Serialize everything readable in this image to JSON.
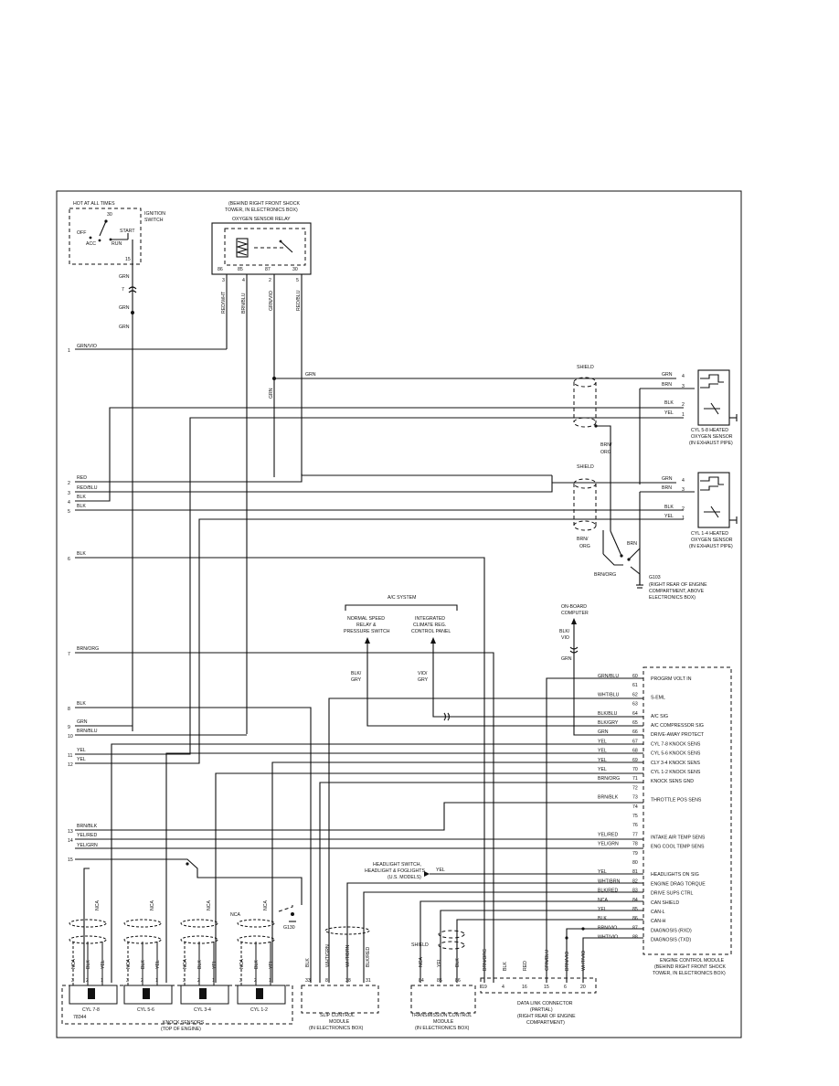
{
  "ignition": {
    "title": "HOT AT ALL TIMES",
    "name_line1": "IGNITION",
    "name_line2": "SWITCH",
    "pin30": "30",
    "pin15": "15",
    "off": "OFF",
    "acc": "ACC",
    "run": "RUN",
    "start": "START"
  },
  "o2_relay": {
    "loc_line1": "(BEHIND RIGHT FRONT SHOCK",
    "loc_line2": "TOWER, IN ELECTRONICS BOX)",
    "name": "OXYGEN SENSOR RELAY",
    "pins": [
      "86",
      "85",
      "87",
      "30"
    ],
    "ext_pins": [
      "3",
      "4",
      "2",
      "5"
    ],
    "wires": [
      "RED/WHT",
      "BRN/BLU",
      "GRN/VIO",
      "RED/BLU"
    ]
  },
  "ign_wires": {
    "w1": "GRN",
    "c1": "7",
    "w2": "GRN",
    "w3": "GRN"
  },
  "shield": "SHIELD",
  "o2_56": {
    "name_line1": "CYL 5-8 HEATED",
    "name_line2": "OXYGEN SENSOR",
    "name_line3": "(IN EXHAUST PIPE)",
    "wires": [
      "GRN",
      "BRN",
      "BLK",
      "YEL"
    ],
    "pins": [
      "4",
      "3",
      "2",
      "1"
    ]
  },
  "o2_14": {
    "name_line1": "CYL 1-4 HEATED",
    "name_line2": "OXYGEN SENSOR",
    "name_line3": "(IN EXHAUST PIPE)",
    "wires": [
      "GRN",
      "BRN",
      "BLK",
      "YEL"
    ],
    "pins": [
      "4",
      "3",
      "2",
      "1"
    ]
  },
  "ground_g103": {
    "name": "G103",
    "loc_line1": "(RIGHT REAR OF ENGINE",
    "loc_line2": "COMPARTMENT, ABOVE",
    "loc_line3": "ELECTRONICS BOX)",
    "w1": "BRN/",
    "w1b": "ORG",
    "w2": "BRN/",
    "w2b": "ORG",
    "w3": "BRN/ORG",
    "w4": "BRN"
  },
  "left_wires": [
    {
      "pin": "1",
      "label": "GRN/VIO"
    },
    {
      "pin": "2",
      "label": "RED"
    },
    {
      "pin": "3",
      "label": "RED/BLU"
    },
    {
      "pin": "4",
      "label": "BLK"
    },
    {
      "pin": "5",
      "label": "BLK"
    },
    {
      "pin": "6",
      "label": "BLK"
    },
    {
      "pin": "7",
      "label": "BRN/ORG"
    },
    {
      "pin": "8",
      "label": "BLK"
    },
    {
      "pin": "9",
      "label": "GRN"
    },
    {
      "pin": "10",
      "label": "BRN/BLU"
    },
    {
      "pin": "11",
      "label": "YEL"
    },
    {
      "pin": "12",
      "label": "YEL"
    },
    {
      "pin": "13",
      "label": "BRN/BLK"
    },
    {
      "pin": "14",
      "label": "YEL/RED"
    },
    {
      "pin": "15",
      "label": "YEL/GRN"
    }
  ],
  "ac": {
    "title": "A/C SYSTEM",
    "left_line1": "NORMAL SPEED",
    "left_line2": "RELAY &",
    "left_line3": "PRESSURE SWITCH",
    "right_line1": "INTEGRATED",
    "right_line2": "CLIMATE REG.",
    "right_line3": "CONTROL PANEL",
    "w1a": "BLK/",
    "w1b": "GRY",
    "w2a": "VIO/",
    "w2b": "GRY"
  },
  "onboard": {
    "line1": "ON-BOARD",
    "line2": "COMPUTER",
    "wa": "BLK/",
    "wb": "VIO",
    "wc": "GRN"
  },
  "headlight": {
    "line1": "HEADLIGHT SWITCH,",
    "line2": "HEADLIGHT & FOGLIGHTS",
    "line3": "(U.S. MODELS)",
    "wire": "YEL"
  },
  "ecm": {
    "name_line1": "ENGINE CONTROL MODULE",
    "name_line2": "(BEHIND RIGHT FRONT SHOCK",
    "name_line3": "TOWER, IN ELECTRONICS BOX)",
    "rows": [
      {
        "wire": "GRN/BLU",
        "pin": "60",
        "func": "PROGRM VOLT IN"
      },
      {
        "wire": "",
        "pin": "61",
        "func": ""
      },
      {
        "wire": "WHT/BLU",
        "pin": "62",
        "func": "S-EML"
      },
      {
        "wire": "",
        "pin": "63",
        "func": ""
      },
      {
        "wire": "BLK/BLU",
        "pin": "64",
        "func": "A/C SIG"
      },
      {
        "wire": "BLK/GRY",
        "pin": "65",
        "func": "A/C COMPRESSOR SIG"
      },
      {
        "wire": "GRN",
        "pin": "66",
        "func": "DRIVE-AWAY PROTECT"
      },
      {
        "wire": "YEL",
        "pin": "67",
        "func": "CYL 7-8 KNOCK SENS"
      },
      {
        "wire": "YEL",
        "pin": "68",
        "func": "CYL 5-6 KNOCK SENS"
      },
      {
        "wire": "YEL",
        "pin": "69",
        "func": "CLY 3-4 KNOCK SENS"
      },
      {
        "wire": "YEL",
        "pin": "70",
        "func": "CYL 1-2 KNOCK SENS"
      },
      {
        "wire": "BRN/ORG",
        "pin": "71",
        "func": "KNOCK SENS GND"
      },
      {
        "wire": "",
        "pin": "72",
        "func": ""
      },
      {
        "wire": "BRN/BLK",
        "pin": "73",
        "func": "THROTTLE POS SENS"
      },
      {
        "wire": "",
        "pin": "74",
        "func": ""
      },
      {
        "wire": "",
        "pin": "75",
        "func": ""
      },
      {
        "wire": "",
        "pin": "76",
        "func": ""
      },
      {
        "wire": "YEL/RED",
        "pin": "77",
        "func": "INTAKE AIR TEMP SENS"
      },
      {
        "wire": "YEL/GRN",
        "pin": "78",
        "func": "ENG COOL TEMP SENS"
      },
      {
        "wire": "",
        "pin": "79",
        "func": ""
      },
      {
        "wire": "",
        "pin": "80",
        "func": ""
      },
      {
        "wire": "YEL",
        "pin": "81",
        "func": "HEADLIGHTS ON SIG"
      },
      {
        "wire": "WHT/BRN",
        "pin": "82",
        "func": "ENGINE DRAG TORQUE"
      },
      {
        "wire": "BLK/RED",
        "pin": "83",
        "func": "DRIVE SUPS CTRL"
      },
      {
        "wire": "NCA",
        "pin": "84",
        "func": "CAN SHIELD"
      },
      {
        "wire": "YEL",
        "pin": "85",
        "func": "CAN-L"
      },
      {
        "wire": "BLK",
        "pin": "86",
        "func": "CAN-H"
      },
      {
        "wire": "BRN/VIO",
        "pin": "87",
        "func": "DIAGNOSIS (RXD)"
      },
      {
        "wire": "WHT/VIO",
        "pin": "88",
        "func": "DIAGNOSIS (TXD)"
      }
    ]
  },
  "knock": {
    "name_line1": "KNOCK SENSORS",
    "name_line2": "(TOP OF ENGINE)",
    "g": "G130",
    "nca": "NCA",
    "sensors": [
      {
        "name": "CYL 7-8",
        "wires": [
          "NCA",
          "BLK",
          "YEL"
        ],
        "pins": [
          "3",
          "2",
          "1"
        ]
      },
      {
        "name": "CYL 5-6",
        "wires": [
          "NCA",
          "BLK",
          "YEL"
        ],
        "pins": [
          "3",
          "2",
          "1"
        ]
      },
      {
        "name": "CYL 3-4",
        "wires": [
          "NCA",
          "BLK",
          "YEL"
        ],
        "pins": [
          "3",
          "2",
          "1"
        ]
      },
      {
        "name": "CYL 1-2",
        "wires": [
          "NCA",
          "BLK",
          "YEL"
        ],
        "pins": [
          "3",
          "2",
          "1"
        ]
      }
    ]
  },
  "slip": {
    "name_line1": "SLIP CONTROL",
    "name_line2": "MODULE",
    "name_line3": "(IN ELECTRONICS BOX)",
    "wires": [
      "BLK",
      "WHT/GRN",
      "WHT/BRN",
      "BLK/RED"
    ],
    "pins": [
      "33",
      "8",
      "38",
      "31"
    ]
  },
  "trans": {
    "name_line1": "TRANSMISSION CONTROL",
    "name_line2": "MODULE",
    "name_line3": "(IN ELECTRONICS BOX)",
    "shield": "SHIELD",
    "wires": [
      "NCA",
      "YEL",
      "BLK"
    ],
    "pins": [
      "84",
      "85",
      "86"
    ]
  },
  "dlc": {
    "name_line1": "DATA LINK CONNECTOR",
    "name_line2": "(PARTIAL)",
    "name_line3": "(RIGHT REAR OF ENGINE",
    "name_line4": "COMPARTMENT)",
    "wires": [
      "BRN/ORG",
      "BLK",
      "RED",
      "GRN/BLU",
      "BRN/VIO",
      "WHT/VIO"
    ],
    "pins": [
      "19",
      "4",
      "16",
      "15",
      "6",
      "20"
    ]
  },
  "figure_id": "78344"
}
